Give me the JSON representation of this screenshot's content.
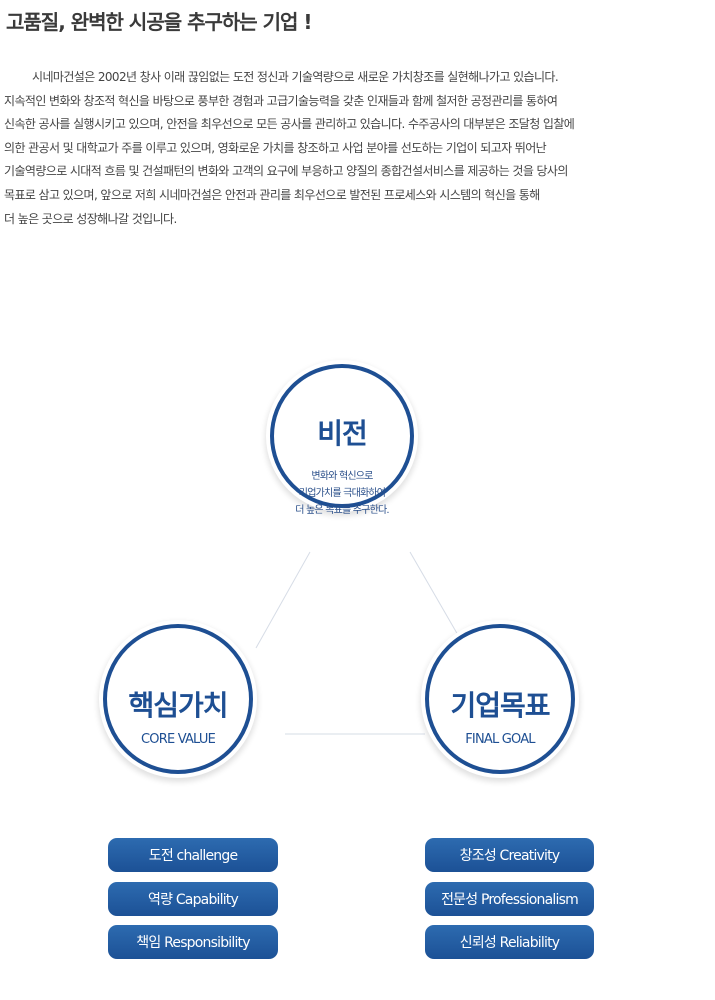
{
  "headline": "고품질, 완벽한 시공을 추구하는 기업 !",
  "intro_lines": [
    "시네마건설은 2002년 창사 이래 끊임없는 도전 정신과 기술역량으로  새로운 가치창조를 실현해나가고 있습니다.",
    "지속적인 변화와 창조적 혁신을 바탕으로 풍부한 경험과 고급기술능력을 갖춘 인재들과 함께 철저한 공정관리를 통하여",
    "신속한 공사를 실행시키고 있으며, 안전을 최우선으로 모든 공사를 관리하고 있습니다. 수주공사의 대부분은 조달청 입찰에",
    "의한 관공서 및 대학교가 주를 이루고 있으며, 영화로운 가치를 창조하고 사업 분야를 선도하는 기업이 되고자 뛰어난",
    "기술역량으로 시대적 흐름 및 건설패턴의 변화와 고객의 요구에 부응하고 양질의 종합건설서비스를 제공하는 것을 당사의",
    "목표로 삼고 있으며, 앞으로 저희 시네마건설은 안전과 관리를 최우선으로 발전된 프로세스와 시스템의 혁신을 통해",
    "더 높은 곳으로 성장해나갈 것입니다."
  ],
  "vision": {
    "title": "비전",
    "desc": [
      "변화와 혁신으로",
      "기업가치를 극대화하여",
      "더 높은 목표를 추구한다."
    ]
  },
  "core_value": {
    "title": "핵심가치",
    "sub": "CORE VALUE"
  },
  "final_goal": {
    "title": "기업목표",
    "sub": "FINAL GOAL"
  },
  "core_values": [
    "도전 challenge",
    "역량 Capability",
    "책임 Responsibility"
  ],
  "goals": [
    "창조성 Creativity",
    "전문성 Professionalism",
    "신뢰성 Reliability"
  ],
  "colors": {
    "accent": "#1e4f93",
    "pill": "#2361a8",
    "connector": "#d6dce6"
  }
}
